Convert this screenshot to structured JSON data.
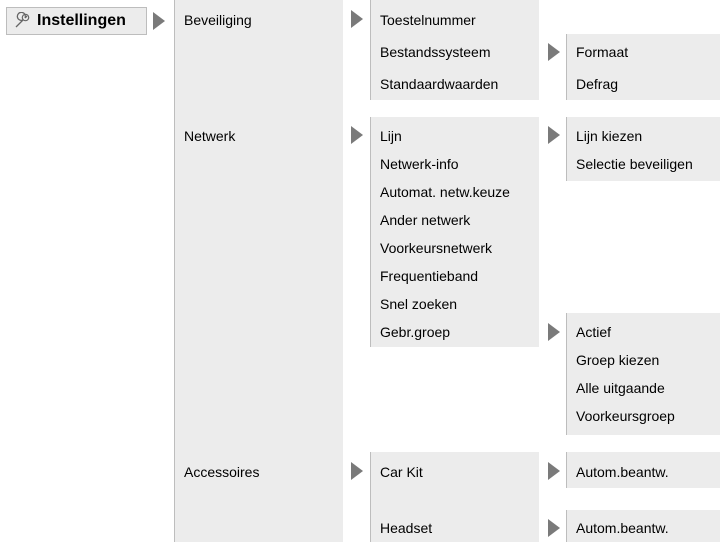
{
  "root": {
    "label": "Instellingen",
    "icon": "wrench-icon"
  },
  "level1": [
    "Beveiliging",
    "Netwerk",
    "Accessoires"
  ],
  "beveiliging": [
    "Toestelnummer",
    "Bestandssysteem",
    "Standaardwaarden"
  ],
  "bestandssysteem": [
    "Formaat",
    "Defrag"
  ],
  "netwerk": [
    "Lijn",
    "Netwerk-info",
    "Automat. netw.keuze",
    "Ander netwerk",
    "Voorkeursnetwerk",
    "Frequentieband",
    "Snel zoeken",
    "Gebr.groep"
  ],
  "lijn": [
    "Lijn kiezen",
    "Selectie beveiligen"
  ],
  "gebrgroep": [
    "Actief",
    "Groep kiezen",
    "Alle uitgaande",
    "Voorkeursgroep"
  ],
  "accessoires": [
    "Car Kit",
    "Headset"
  ],
  "carkit": [
    "Autom.beantw."
  ],
  "headset": [
    "Autom.beantw."
  ],
  "colors": {
    "panel": "#ececec",
    "border": "#bdbdbd",
    "arrow": "#7a7a7a"
  }
}
